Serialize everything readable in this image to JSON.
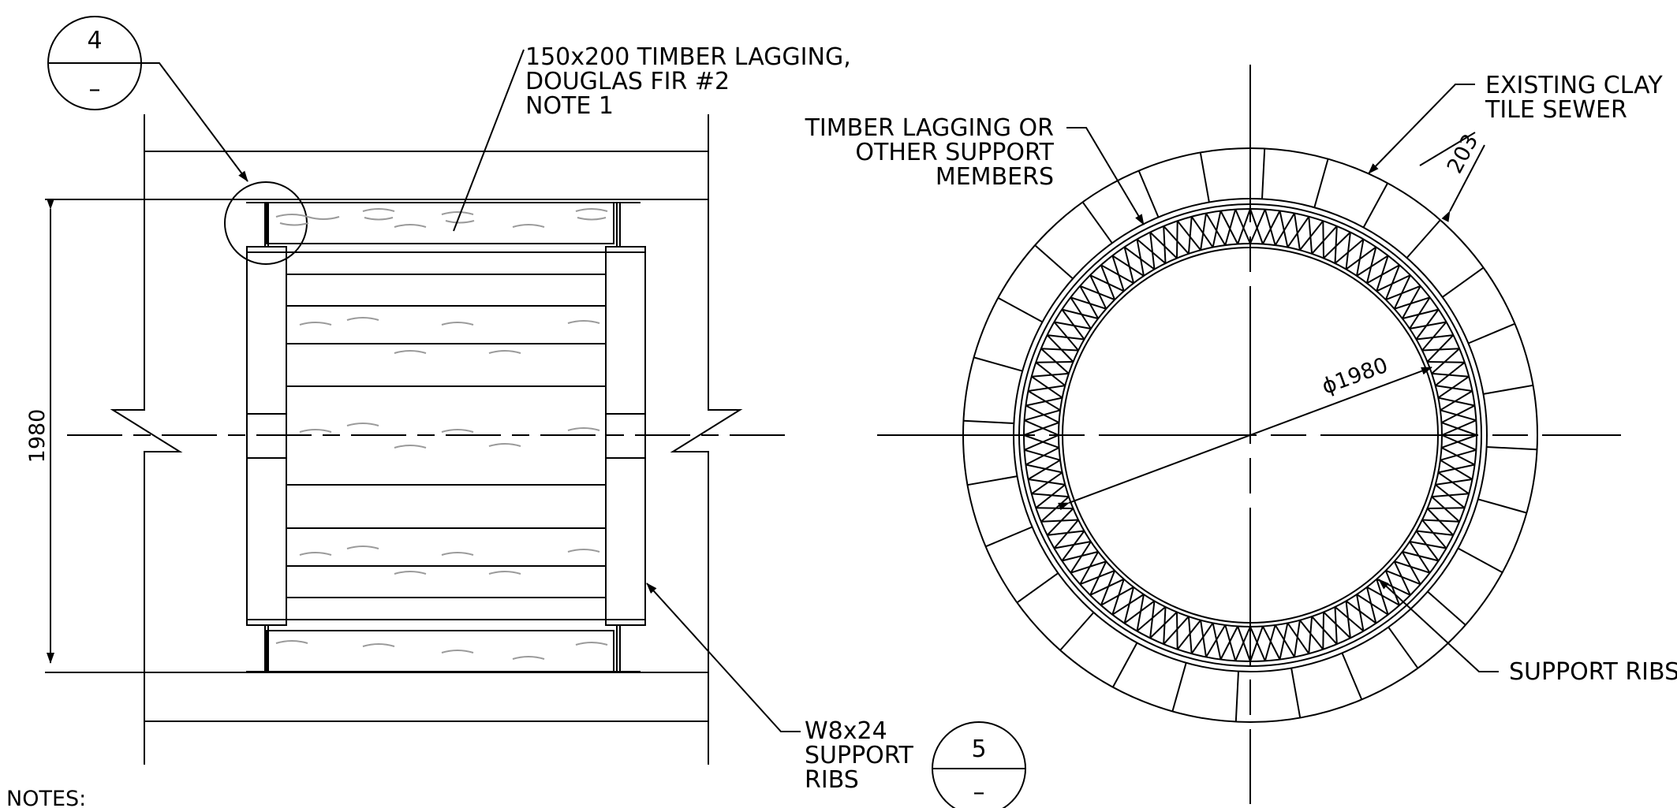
{
  "drawing": {
    "colors": {
      "ink": "#000000",
      "wood_grain": "#9a9a9a",
      "background": "#ffffff"
    },
    "section": {
      "callout": {
        "number": "4",
        "sheet": "–"
      },
      "lagging_label": [
        "150x200 TIMBER LAGGING,",
        "DOUGLAS FIR #2",
        "NOTE 1"
      ],
      "height_dimension": "1980",
      "rib_label": [
        "W8x24",
        "SUPPORT",
        "RIBS"
      ]
    },
    "cross_section": {
      "callout": {
        "number": "5",
        "sheet": "–"
      },
      "sewer_label": [
        "EXISTING CLAY",
        "TILE SEWER"
      ],
      "wall_dimension": "203",
      "support_label": [
        "TIMBER LAGGING OR",
        "OTHER SUPPORT",
        "MEMBERS"
      ],
      "diameter_dimension": "ϕ1980",
      "ribs_label": "SUPPORT RIBS"
    },
    "notes_heading": "NOTES:"
  }
}
